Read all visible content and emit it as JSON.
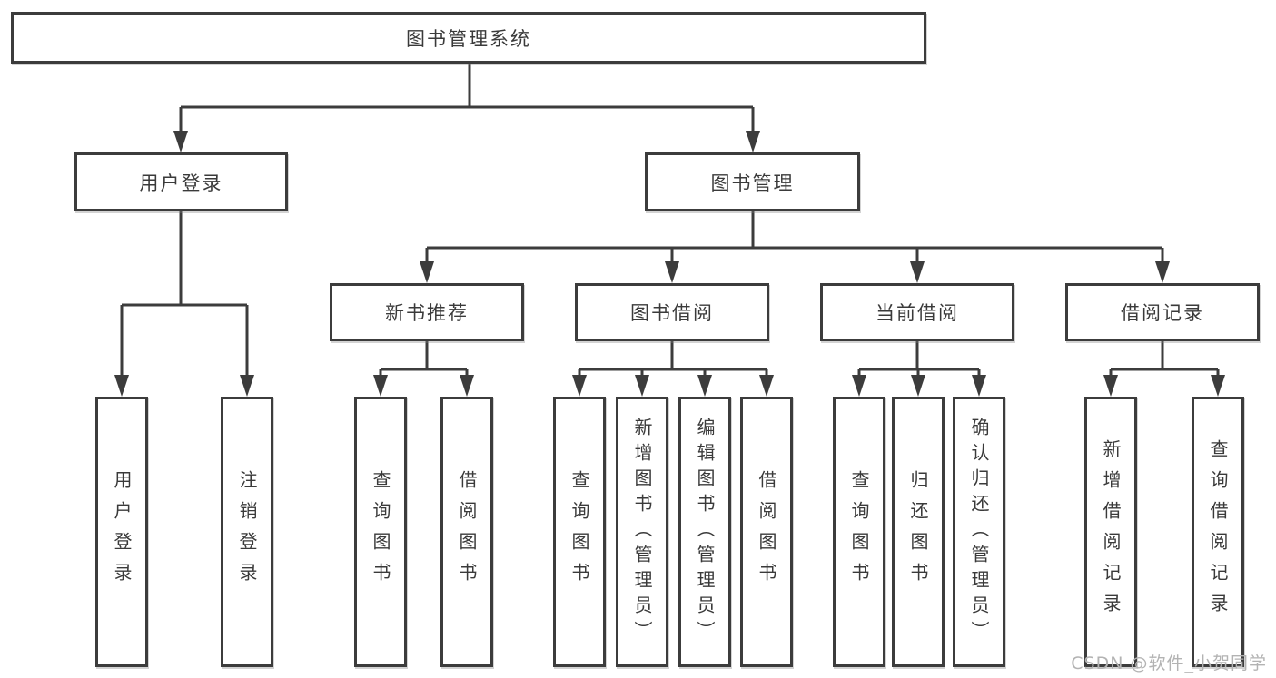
{
  "diagram": {
    "root": {
      "label": "图书管理系统"
    },
    "level2": [
      {
        "label": "用户登录"
      },
      {
        "label": "图书管理"
      }
    ],
    "level3": [
      {
        "label": "新书推荐"
      },
      {
        "label": "图书借阅"
      },
      {
        "label": "当前借阅"
      },
      {
        "label": "借阅记录"
      }
    ],
    "leaves": [
      {
        "label": "用户登录"
      },
      {
        "label": "注销登录"
      },
      {
        "label": "查询图书"
      },
      {
        "label": "借阅图书"
      },
      {
        "label": "查询图书"
      },
      {
        "label": "新增图书（管理员）"
      },
      {
        "label": "编辑图书（管理员）"
      },
      {
        "label": "借阅图书"
      },
      {
        "label": "查询图书"
      },
      {
        "label": "归还图书"
      },
      {
        "label": "确认归还（管理员）"
      },
      {
        "label": "新增借阅记录"
      },
      {
        "label": "查询借阅记录"
      }
    ]
  },
  "watermark": {
    "text": "CSDN @软件_小贺同学"
  },
  "colors": {
    "line": "#3c3c3c",
    "border": "#3c3c3c",
    "text": "#3a3a3a",
    "watermark": "#b3b3b3",
    "background": "#ffffff"
  }
}
